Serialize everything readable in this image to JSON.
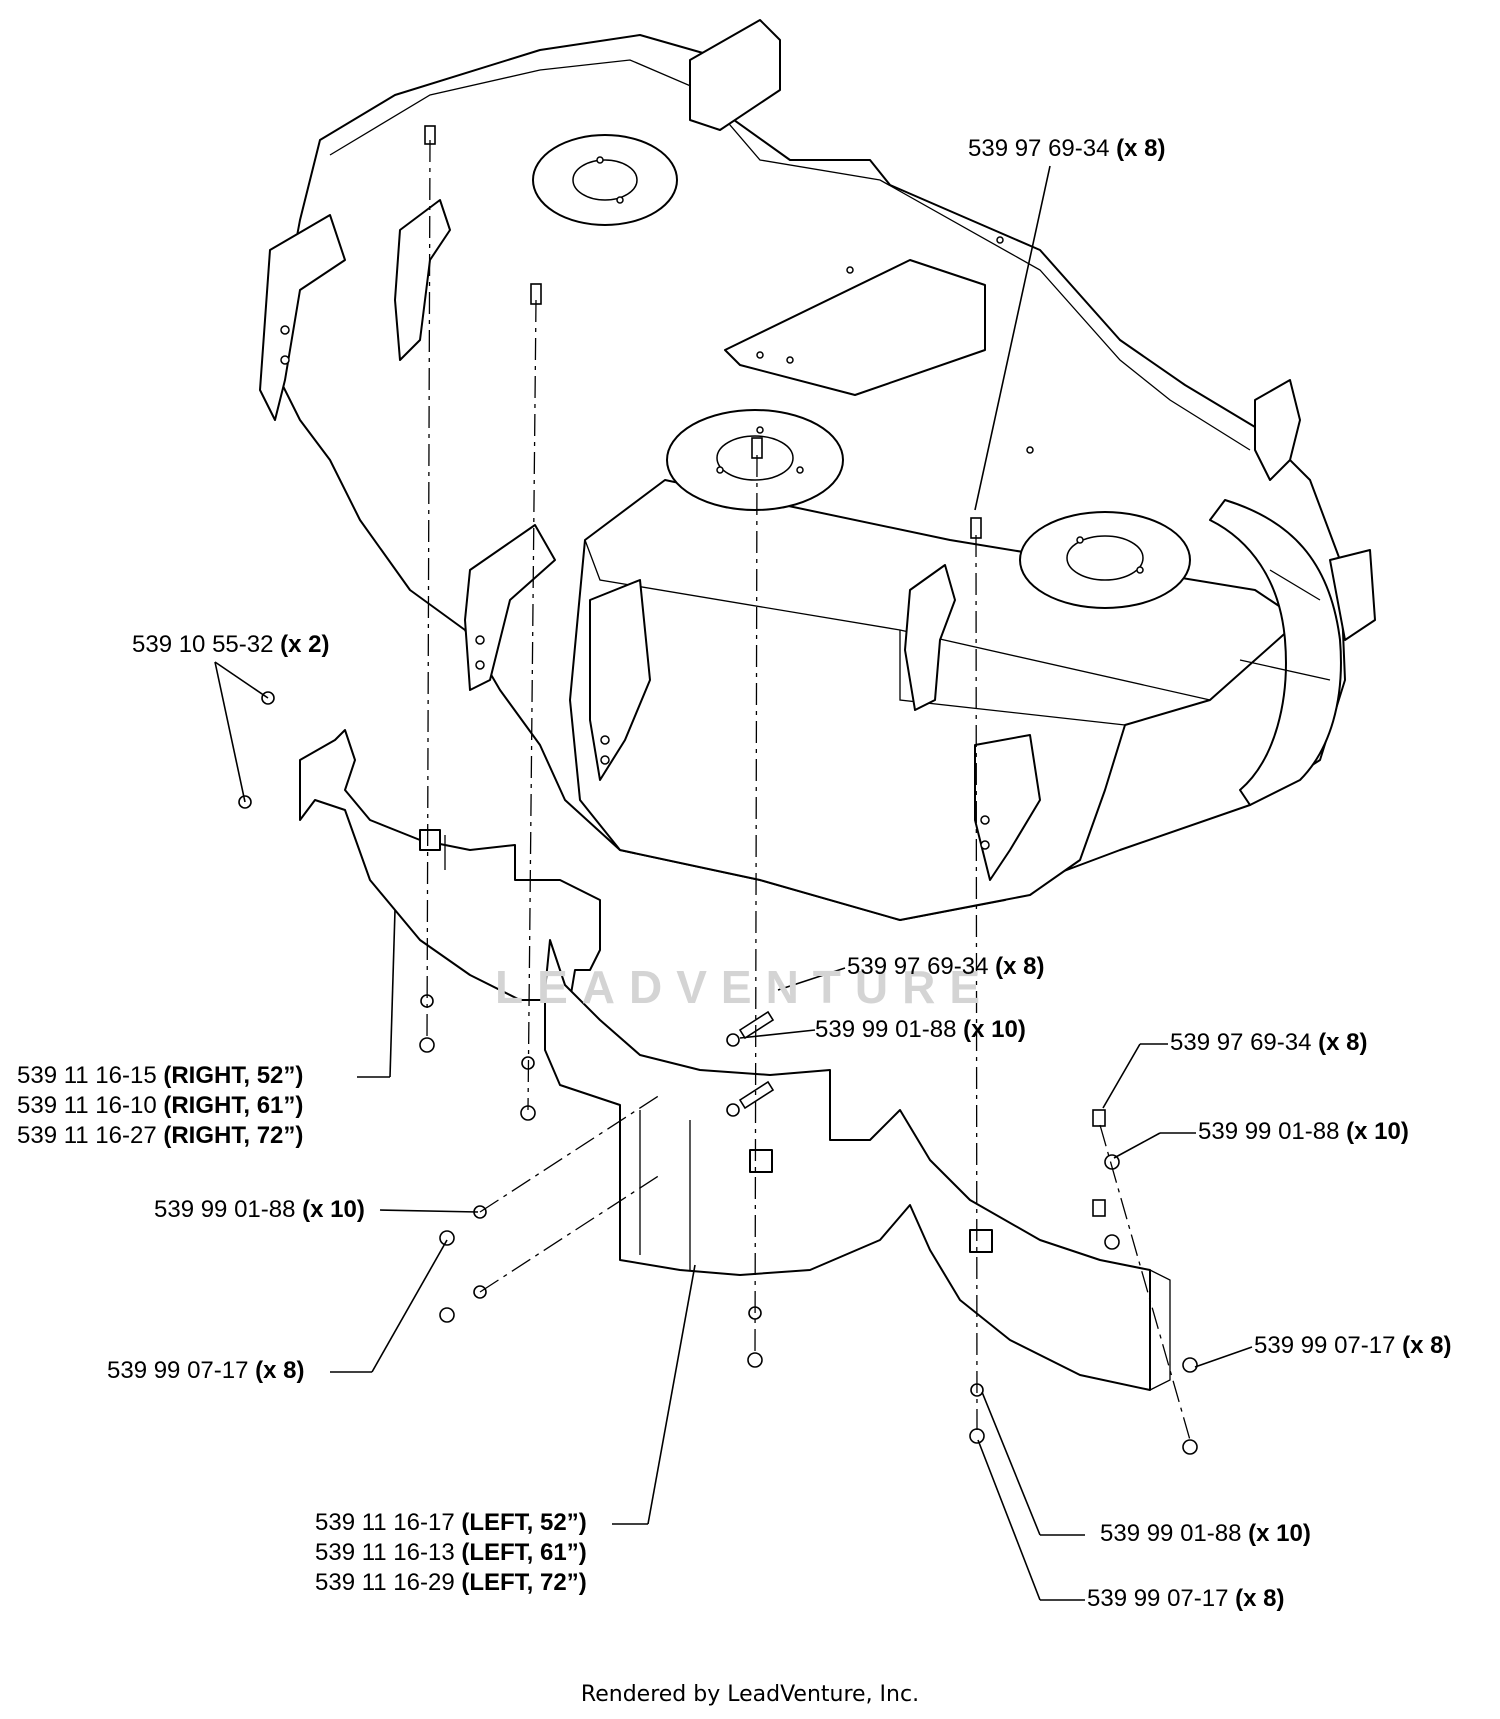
{
  "diagram": {
    "labels": {
      "screw_top": {
        "part": "539 97 69-34",
        "qty": "(x 8)"
      },
      "bolt_left": {
        "part": "539 10 55-32",
        "qty": "(x 2)"
      },
      "screw_mid": {
        "part": "539 97 69-34",
        "qty": "(x 8)"
      },
      "washer_mid": {
        "part": "539 99 01-88",
        "qty": "(x 10)"
      },
      "screw_right": {
        "part": "539 97 69-34",
        "qty": "(x 8)"
      },
      "washer_right": {
        "part": "539 99 01-88",
        "qty": "(x 10)"
      },
      "washer_left": {
        "part": "539 99 01-88",
        "qty": "(x 10)"
      },
      "nut_left": {
        "part": "539 99 07-17",
        "qty": "(x 8)"
      },
      "nut_right": {
        "part": "539 99 07-17",
        "qty": "(x 8)"
      },
      "washer_bottom": {
        "part": "539 99 01-88",
        "qty": "(x 10)"
      },
      "nut_bottom": {
        "part": "539 99 07-17",
        "qty": "(x 8)"
      }
    },
    "right_baffle": [
      {
        "part": "539 11 16-15",
        "spec": "(RIGHT, 52”)"
      },
      {
        "part": "539 11 16-10",
        "spec": "(RIGHT, 61”)"
      },
      {
        "part": "539 11 16-27",
        "spec": "(RIGHT, 72”)"
      }
    ],
    "left_baffle": [
      {
        "part": "539 11 16-17",
        "spec": "(LEFT, 52”)"
      },
      {
        "part": "539 11 16-13",
        "spec": "(LEFT, 61”)"
      },
      {
        "part": "539 11 16-29",
        "spec": "(LEFT, 72”)"
      }
    ]
  },
  "watermark": "LEADVENTURE",
  "footer": "Rendered by LeadVenture, Inc."
}
